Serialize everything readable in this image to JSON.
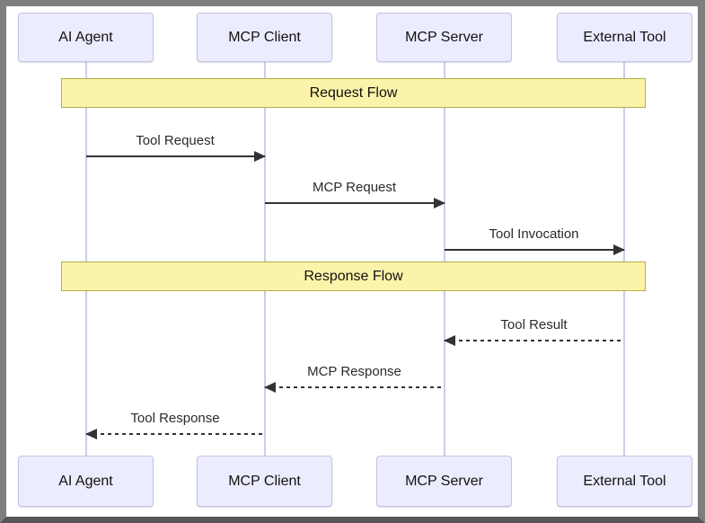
{
  "diagram": {
    "type": "sequence",
    "actors": [
      {
        "id": "ai-agent",
        "label": "AI Agent"
      },
      {
        "id": "mcp-client",
        "label": "MCP Client"
      },
      {
        "id": "mcp-server",
        "label": "MCP Server"
      },
      {
        "id": "external-tool",
        "label": "External Tool"
      }
    ],
    "sections": [
      {
        "label": "Request Flow"
      },
      {
        "label": "Response Flow"
      }
    ],
    "messages": [
      {
        "label": "Tool Request",
        "from": "AI Agent",
        "to": "MCP Client",
        "line": "solid",
        "direction": "right"
      },
      {
        "label": "MCP Request",
        "from": "MCP Client",
        "to": "MCP Server",
        "line": "solid",
        "direction": "right"
      },
      {
        "label": "Tool Invocation",
        "from": "MCP Server",
        "to": "External Tool",
        "line": "solid",
        "direction": "right"
      },
      {
        "label": "Tool Result",
        "from": "External Tool",
        "to": "MCP Server",
        "line": "dotted",
        "direction": "left"
      },
      {
        "label": "MCP Response",
        "from": "MCP Server",
        "to": "MCP Client",
        "line": "dotted",
        "direction": "left"
      },
      {
        "label": "Tool Response",
        "from": "MCP Client",
        "to": "AI Agent",
        "line": "dotted",
        "direction": "left"
      }
    ],
    "colors": {
      "actor_fill": "#ECECFF",
      "actor_border": "#C5C3E6",
      "section_fill": "#FBF3A9",
      "section_border": "#AFAF4E",
      "lifeline": "#CFCCE6",
      "arrow": "#333333",
      "frame": "#7E7E7E",
      "frame_bottom": "#565656"
    }
  }
}
